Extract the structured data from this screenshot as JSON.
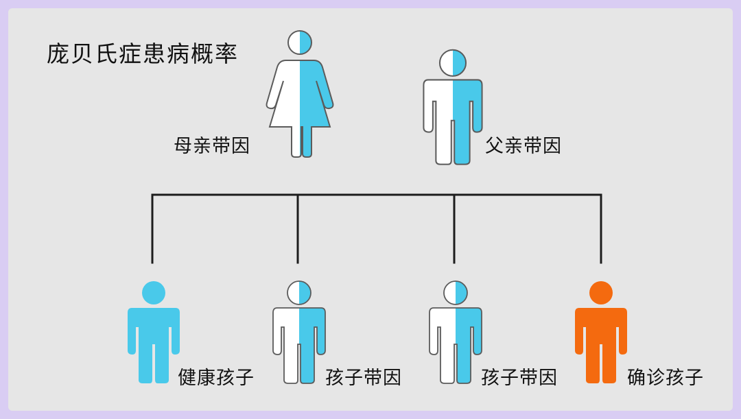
{
  "title": "庞贝氏症患病概率",
  "parents": {
    "mother": {
      "label": "母亲带因",
      "status": "carrier"
    },
    "father": {
      "label": "父亲带因",
      "status": "carrier"
    }
  },
  "children": [
    {
      "label": "健康孩子",
      "status": "healthy"
    },
    {
      "label": "孩子带因",
      "status": "carrier"
    },
    {
      "label": "孩子带因",
      "status": "carrier"
    },
    {
      "label": "确诊孩子",
      "status": "affected"
    }
  ],
  "colors": {
    "background": "#e6e6e6",
    "frame": "#d9cdf3",
    "blue": "#49c9ea",
    "white": "#ffffff",
    "orange": "#f46a0f",
    "line": "#1c1c1c",
    "outline": "#5b5b5b"
  }
}
